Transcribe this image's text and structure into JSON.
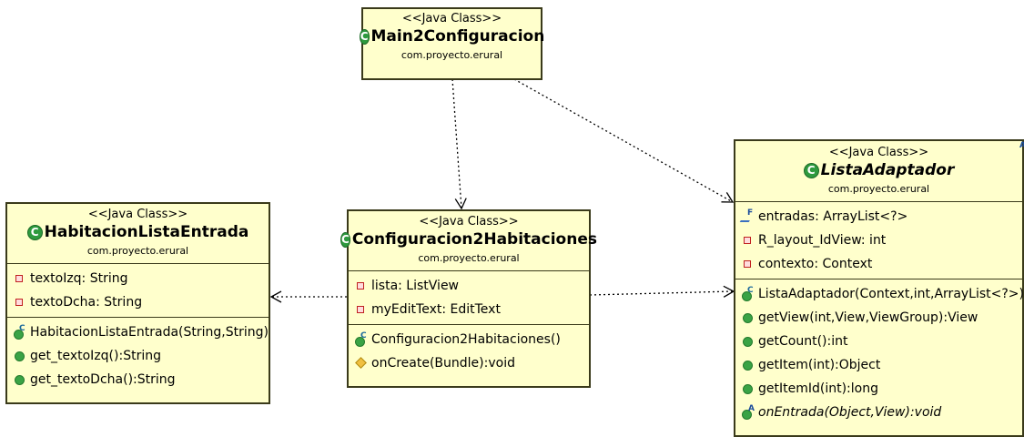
{
  "colors": {
    "class_fill": "#ffffcc",
    "border": "#3a3a1a",
    "class_icon": "#2e9a3e"
  },
  "classes": {
    "main2": {
      "stereotype": "<<Java Class>>",
      "name": "Main2Configuracion",
      "package": "com.proyecto.erural",
      "icon": "class-icon",
      "fields": [],
      "methods": []
    },
    "lista": {
      "stereotype": "<<Java Class>>",
      "name": "ListaAdaptador",
      "package": "com.proyecto.erural",
      "icon": "abstract-class-icon",
      "fields": [
        {
          "icon": "final-field-icon",
          "text": "entradas: ArrayList<?>"
        },
        {
          "icon": "private-field-icon",
          "text": "R_layout_IdView: int"
        },
        {
          "icon": "private-field-icon",
          "text": "contexto: Context"
        }
      ],
      "methods": [
        {
          "icon": "constructor-icon",
          "text": "ListaAdaptador(Context,int,ArrayList<?>)"
        },
        {
          "icon": "public-method-icon",
          "text": "getView(int,View,ViewGroup):View"
        },
        {
          "icon": "public-method-icon",
          "text": "getCount():int"
        },
        {
          "icon": "public-method-icon",
          "text": "getItem(int):Object"
        },
        {
          "icon": "public-method-icon",
          "text": "getItemId(int):long"
        },
        {
          "icon": "abstract-method-icon",
          "text": "onEntrada(Object,View):void"
        }
      ]
    },
    "habitacion": {
      "stereotype": "<<Java Class>>",
      "name": "HabitacionListaEntrada",
      "package": "com.proyecto.erural",
      "icon": "class-icon",
      "fields": [
        {
          "icon": "private-field-icon",
          "text": "textoIzq: String"
        },
        {
          "icon": "private-field-icon",
          "text": "textoDcha: String"
        }
      ],
      "methods": [
        {
          "icon": "constructor-icon",
          "text": "HabitacionListaEntrada(String,String)"
        },
        {
          "icon": "public-method-icon",
          "text": "get_textoIzq():String"
        },
        {
          "icon": "public-method-icon",
          "text": "get_textoDcha():String"
        }
      ]
    },
    "config": {
      "stereotype": "<<Java Class>>",
      "name": "Configuracion2Habitaciones",
      "package": "com.proyecto.erural",
      "icon": "class-icon",
      "fields": [
        {
          "icon": "private-field-icon",
          "text": "lista: ListView"
        },
        {
          "icon": "private-field-icon",
          "text": "myEditText: EditText"
        }
      ],
      "methods": [
        {
          "icon": "constructor-icon",
          "text": "Configuracion2Habitaciones()"
        },
        {
          "icon": "protected-method-icon",
          "text": "onCreate(Bundle):void"
        }
      ]
    }
  },
  "dependencies": [
    {
      "from": "Main2Configuracion",
      "to": "Configuracion2Habitaciones"
    },
    {
      "from": "Main2Configuracion",
      "to": "ListaAdaptador"
    },
    {
      "from": "Configuracion2Habitaciones",
      "to": "HabitacionListaEntrada"
    },
    {
      "from": "Configuracion2Habitaciones",
      "to": "ListaAdaptador"
    }
  ]
}
